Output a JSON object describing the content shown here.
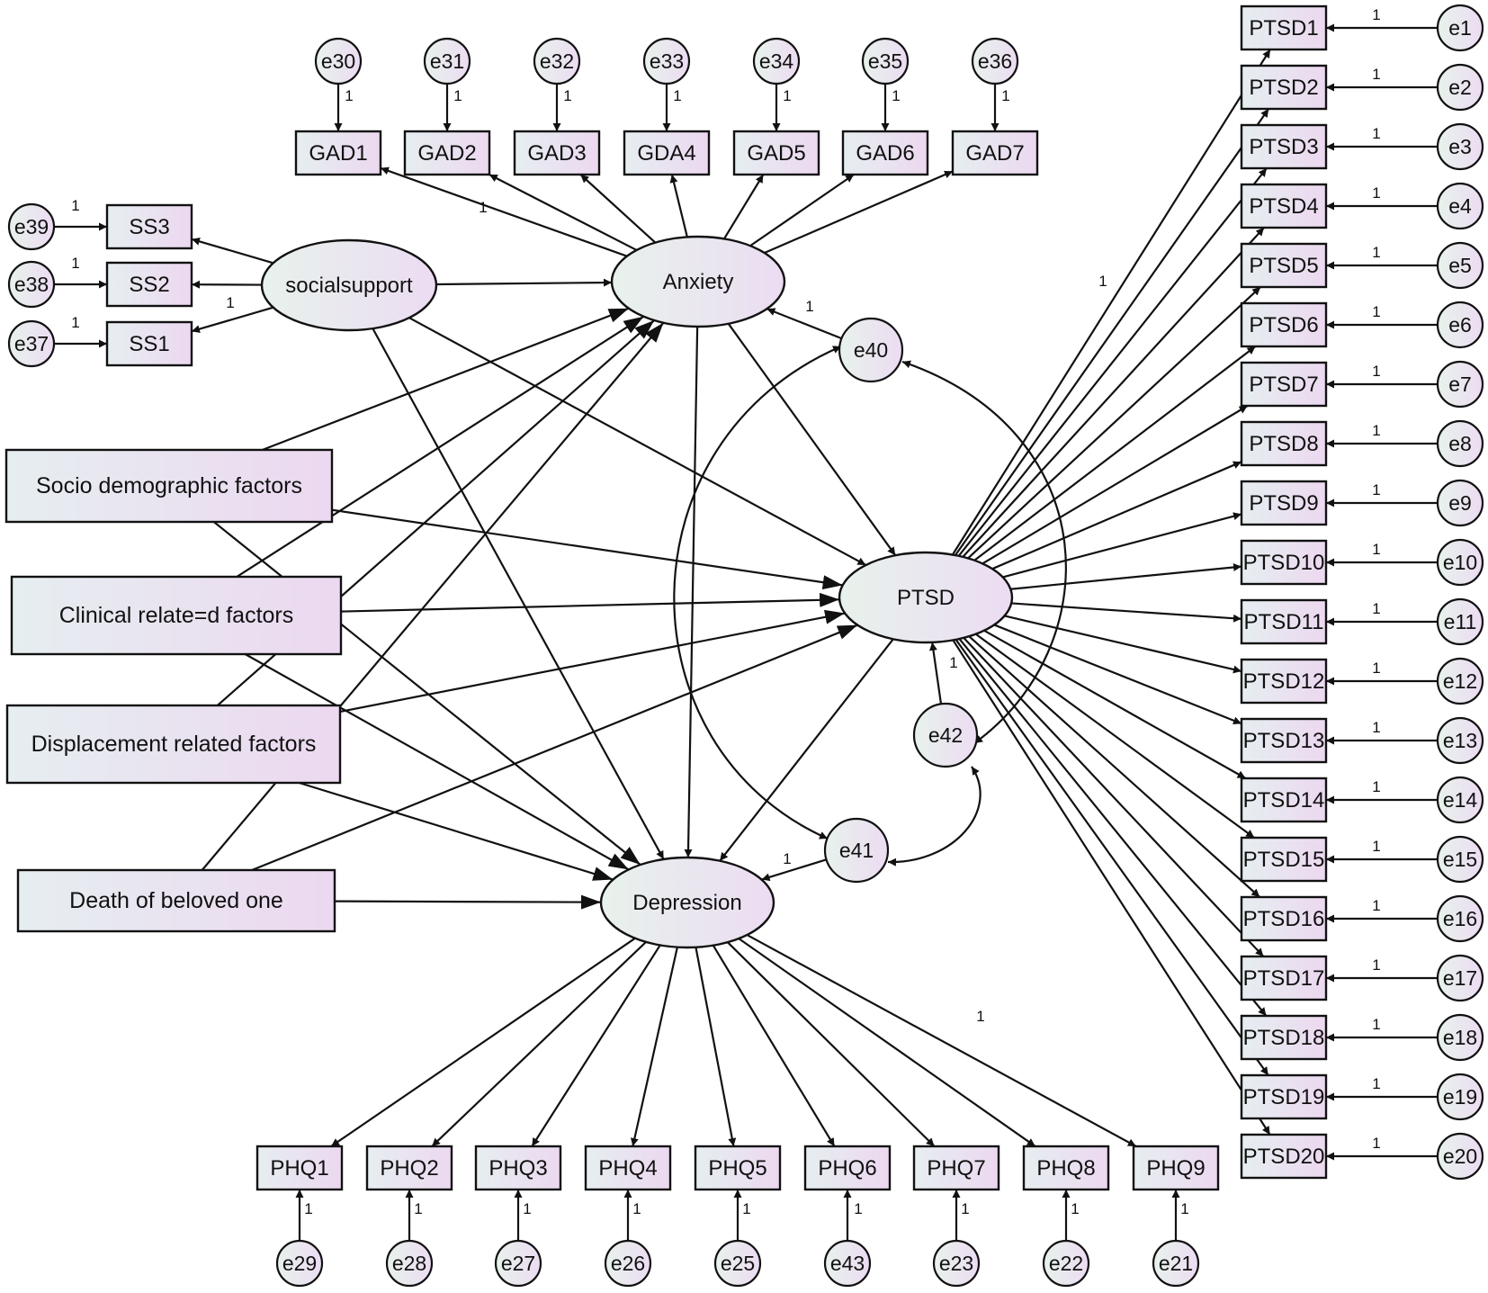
{
  "colors": {
    "box_gradient_start": "#e6eef0",
    "box_gradient_end": "#ecd8f0",
    "latent_gradient_start": "#e8f2ec",
    "latent_gradient_end": "#ecdcf2",
    "stroke": "#111111"
  },
  "latents": [
    {
      "id": "socialsupport",
      "label": "socialsupport"
    },
    {
      "id": "anxiety",
      "label": "Anxiety"
    },
    {
      "id": "ptsd",
      "label": "PTSD"
    },
    {
      "id": "depression",
      "label": "Depression"
    }
  ],
  "factors": [
    {
      "id": "socio",
      "label": "Socio demographic factors"
    },
    {
      "id": "clinical",
      "label": "Clinical relate=d factors"
    },
    {
      "id": "displacement",
      "label": "Displacement related factors"
    },
    {
      "id": "death",
      "label": "Death of beloved one"
    }
  ],
  "indicators": {
    "gad": [
      "GAD1",
      "GAD2",
      "GAD3",
      "GDA4",
      "GAD5",
      "GAD6",
      "GAD7"
    ],
    "ss": [
      "SS3",
      "SS2",
      "SS1"
    ],
    "ptsd": [
      "PTSD1",
      "PTSD2",
      "PTSD3",
      "PTSD4",
      "PTSD5",
      "PTSD6",
      "PTSD7",
      "PTSD8",
      "PTSD9",
      "PTSD10",
      "PTSD11",
      "PTSD12",
      "PTSD13",
      "PTSD14",
      "PTSD15",
      "PTSD16",
      "PTSD17",
      "PTSD18",
      "PTSD19",
      "PTSD20"
    ],
    "phq": [
      "PHQ1",
      "PHQ2",
      "PHQ3",
      "PHQ4",
      "PHQ5",
      "PHQ6",
      "PHQ7",
      "PHQ8",
      "PHQ9"
    ]
  },
  "errors": {
    "gad": [
      "e30",
      "e31",
      "e32",
      "e33",
      "e34",
      "e35",
      "e36"
    ],
    "ss": [
      "e39",
      "e38",
      "e37"
    ],
    "ptsd": [
      "e1",
      "e2",
      "e3",
      "e4",
      "e5",
      "e6",
      "e7",
      "e8",
      "e9",
      "e10",
      "e11",
      "e12",
      "e13",
      "e14",
      "e15",
      "e16",
      "e17",
      "e18",
      "e19",
      "e20"
    ],
    "phq": [
      "e29",
      "e28",
      "e27",
      "e26",
      "e25",
      "e43",
      "e23",
      "e22",
      "e21"
    ],
    "structural": [
      "e40",
      "e41",
      "e42"
    ]
  },
  "weight_label": "1"
}
